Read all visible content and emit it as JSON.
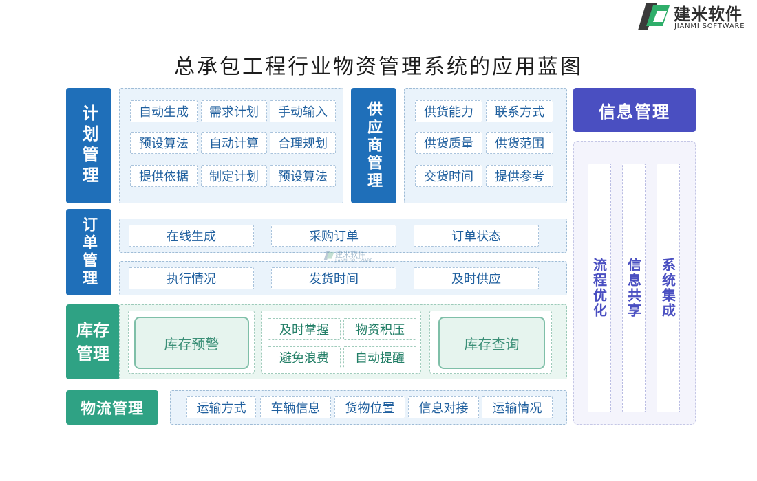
{
  "logo": {
    "name": "建米软件",
    "subtitle": "JIANMI SOFTWARE",
    "colors": {
      "dark": "#3a3a3a",
      "green": "#2fae6a"
    }
  },
  "title": "总承包工程行业物资管理系统的应用蓝图",
  "colors": {
    "blue": "#1f6fb9",
    "green": "#2fa284",
    "purple": "#4a4fc1"
  },
  "plan": {
    "label": "计划管理",
    "items": [
      "自动生成",
      "需求计划",
      "手动输入",
      "预设算法",
      "自动计算",
      "合理规划",
      "提供依据",
      "制定计划",
      "预设算法"
    ]
  },
  "supplier": {
    "label": "供应商管理",
    "items": [
      "供货能力",
      "联系方式",
      "供货质量",
      "供货范围",
      "交货时间",
      "提供参考"
    ]
  },
  "order": {
    "label": "订单管理",
    "row1": [
      "在线生成",
      "采购订单",
      "订单状态"
    ],
    "row2": [
      "执行情况",
      "发货时间",
      "及时供应"
    ]
  },
  "inventory": {
    "label": "库存管理",
    "alert": "库存预警",
    "items": [
      "及时掌握",
      "物资积压",
      "避免浪费",
      "自动提醒"
    ],
    "query": "库存查询"
  },
  "logistics": {
    "label": "物流管理",
    "items": [
      "运输方式",
      "车辆信息",
      "货物位置",
      "信息对接",
      "运输情况"
    ]
  },
  "info": {
    "label": "信息管理",
    "items": [
      "流程优化",
      "信息共享",
      "系统集成"
    ]
  },
  "watermark": {
    "name": "建米软件",
    "subtitle": "JIANMI SOFTWARE"
  }
}
